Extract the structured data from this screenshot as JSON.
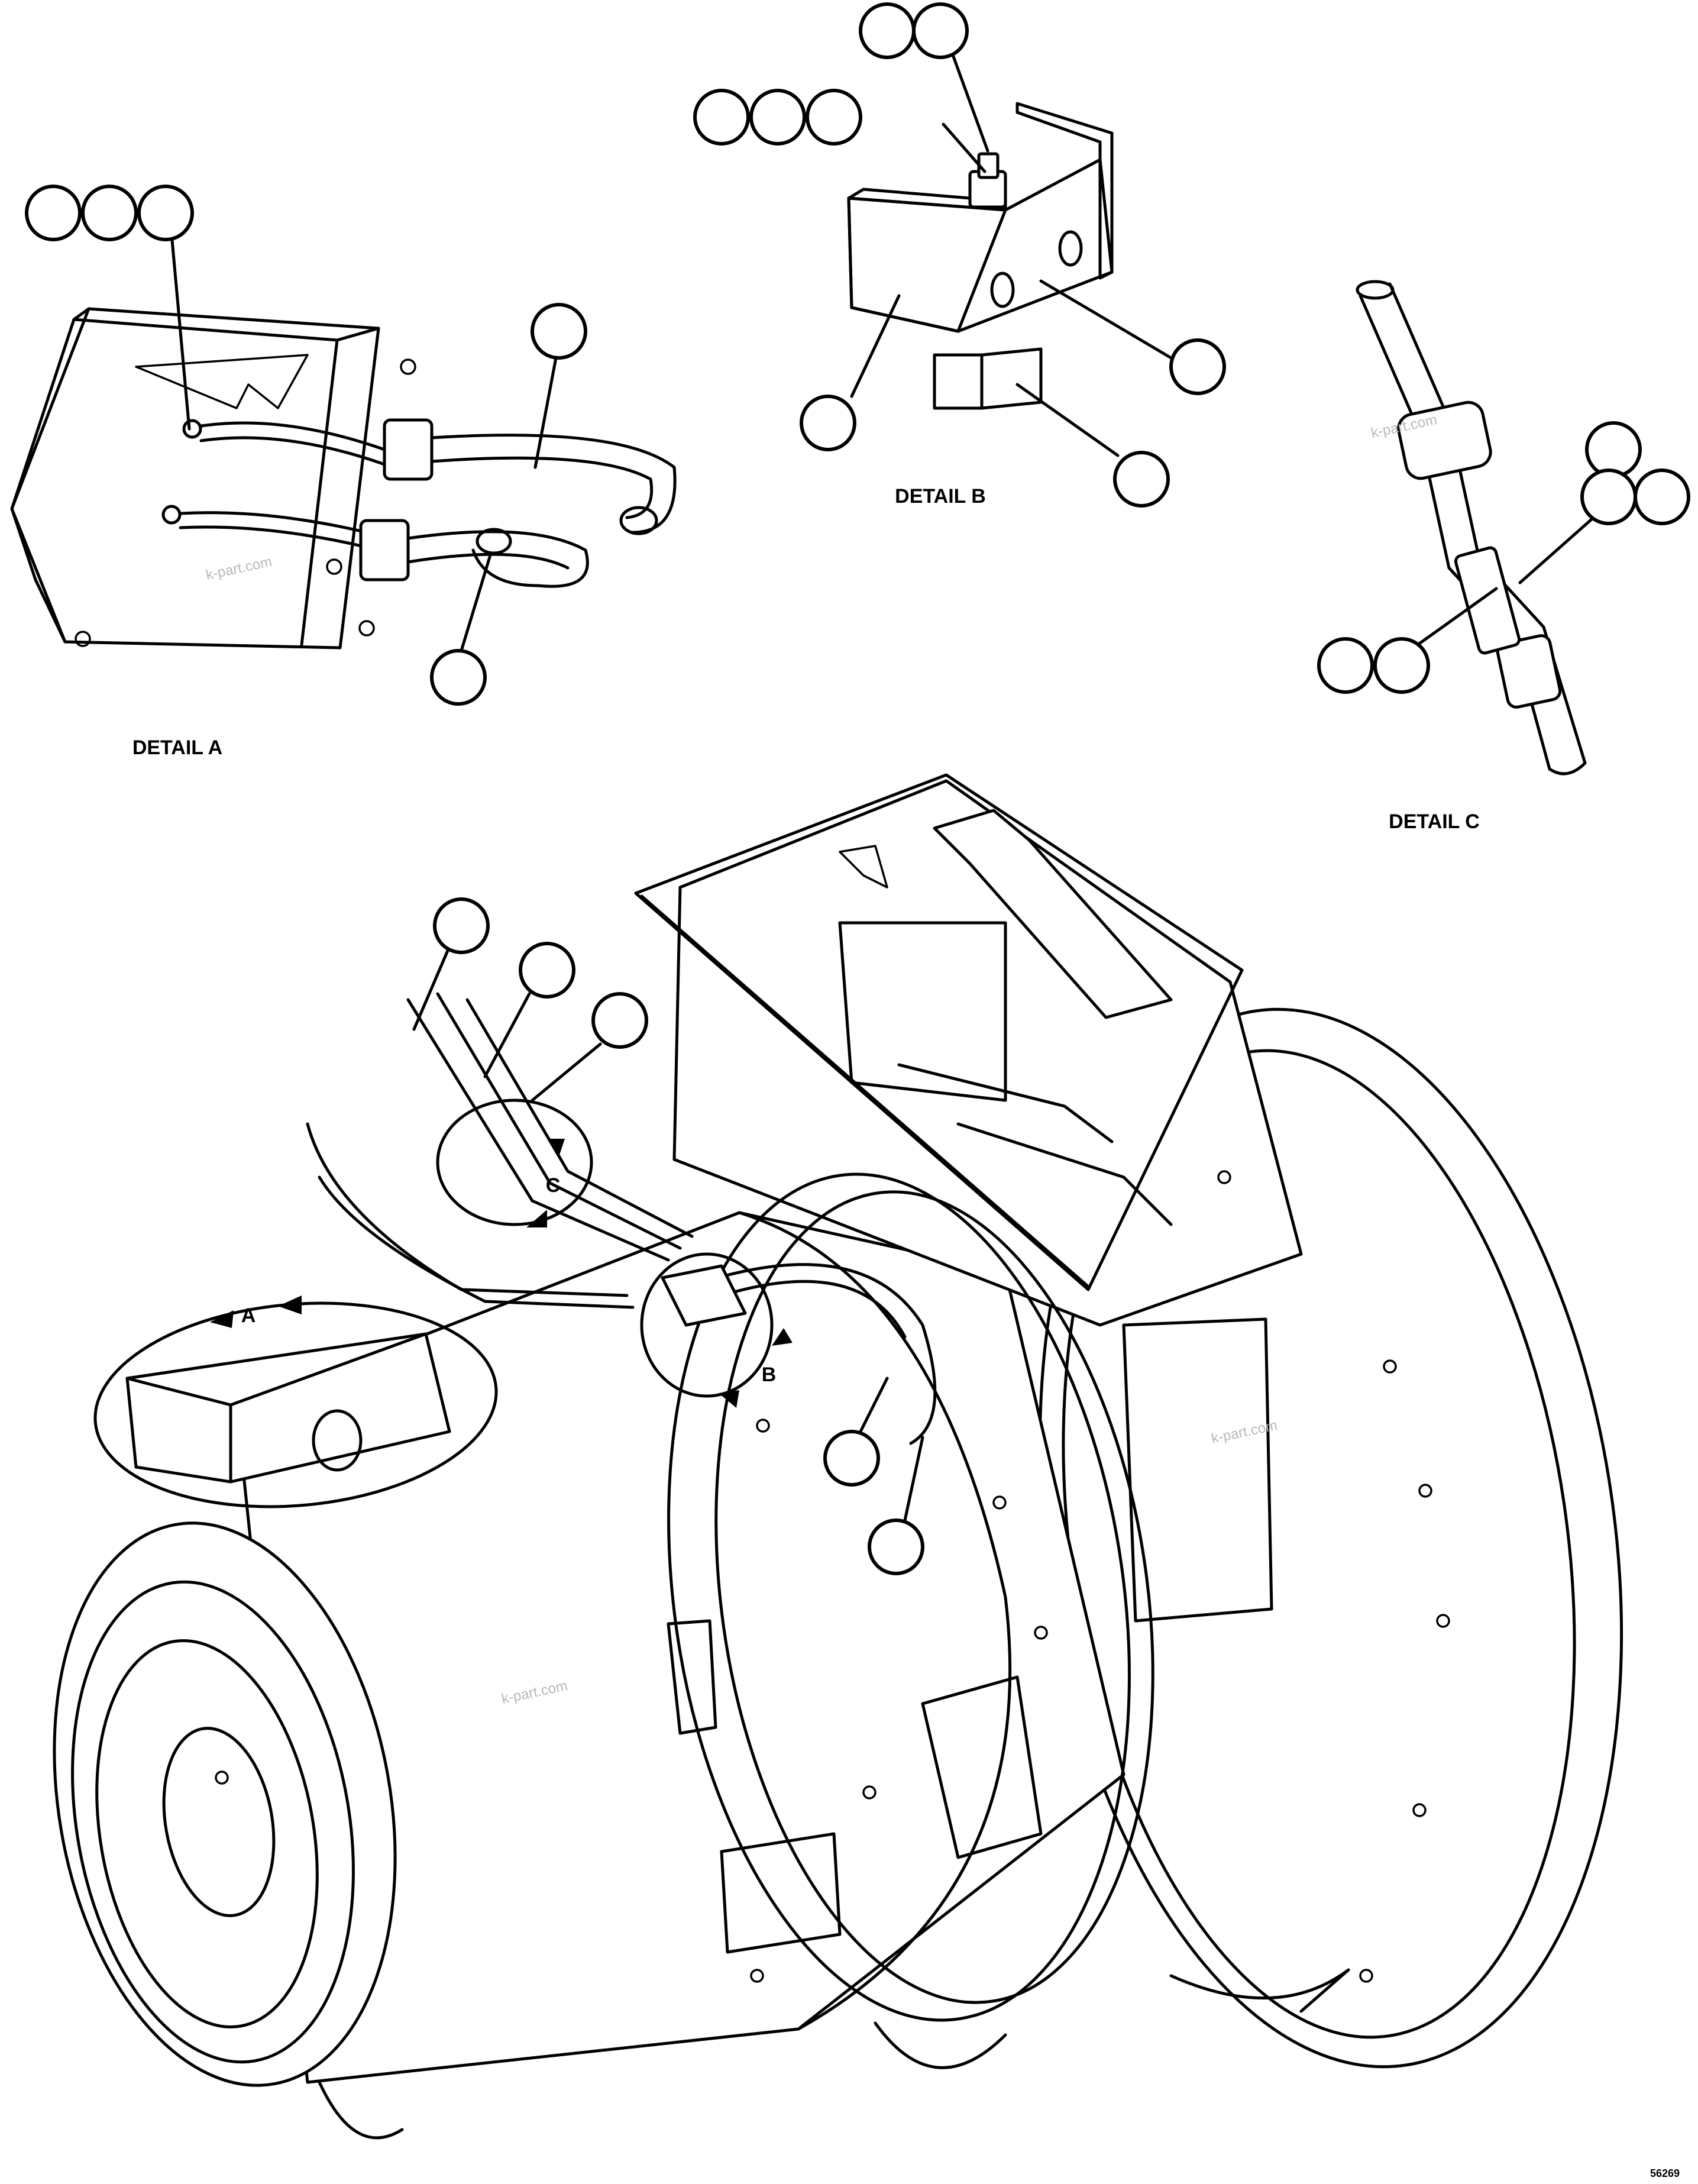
{
  "details": {
    "a": "DETAIL A",
    "b": "DETAIL B",
    "c": "DETAIL C"
  },
  "view_markers": {
    "a": "A",
    "b": "B",
    "c": "C"
  },
  "watermark": "k-part.com",
  "drawing_number": "56269"
}
